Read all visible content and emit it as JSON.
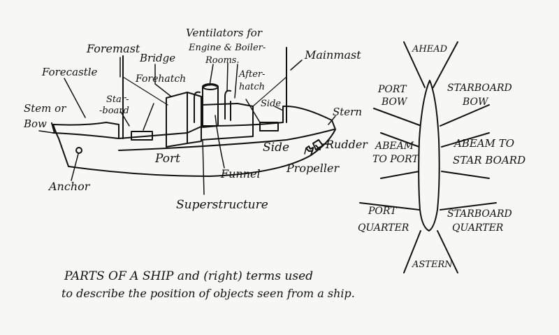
{
  "ship": {
    "labels": {
      "foremast": "Foremast",
      "bridge": "Bridge",
      "ventilators_1": "Ventilators for",
      "ventilators_2": "Engine & Boiler-",
      "ventilators_3": "Rooms.",
      "mainmast": "Mainmast",
      "forecastle": "Forecastle",
      "forehatch": "Forehatch",
      "afterhatch_1": "After-",
      "afterhatch_2": "hatch",
      "starboard_1": "Star-",
      "starboard_2": "-board",
      "side_top": "Side",
      "stern": "Stern",
      "stem_1": "Stem or",
      "stem_2": "Bow",
      "port": "Port",
      "side_bottom": "Side",
      "rudder": "Rudder",
      "propeller": "Propeller",
      "funnel": "Funnel",
      "anchor": "Anchor",
      "superstructure": "Superstructure"
    }
  },
  "bearings": {
    "ahead": "AHEAD",
    "port_bow_1": "PORT",
    "port_bow_2": "BOW",
    "starboard_bow_1": "STARBOARD",
    "starboard_bow_2": "BOW",
    "abeam_port_1": "ABEAM",
    "abeam_port_2": "TO PORT",
    "abeam_starboard_1": "ABEAM TO",
    "abeam_starboard_2": "STAR BOARD",
    "port_quarter_1": "PORT",
    "port_quarter_2": "QUARTER",
    "starboard_quarter_1": "STARBOARD",
    "starboard_quarter_2": "QUARTER",
    "astern": "ASTERN"
  },
  "caption": {
    "line1": "PARTS OF A SHIP and (right) terms used",
    "line2": "to describe the position of objects seen from a ship."
  }
}
